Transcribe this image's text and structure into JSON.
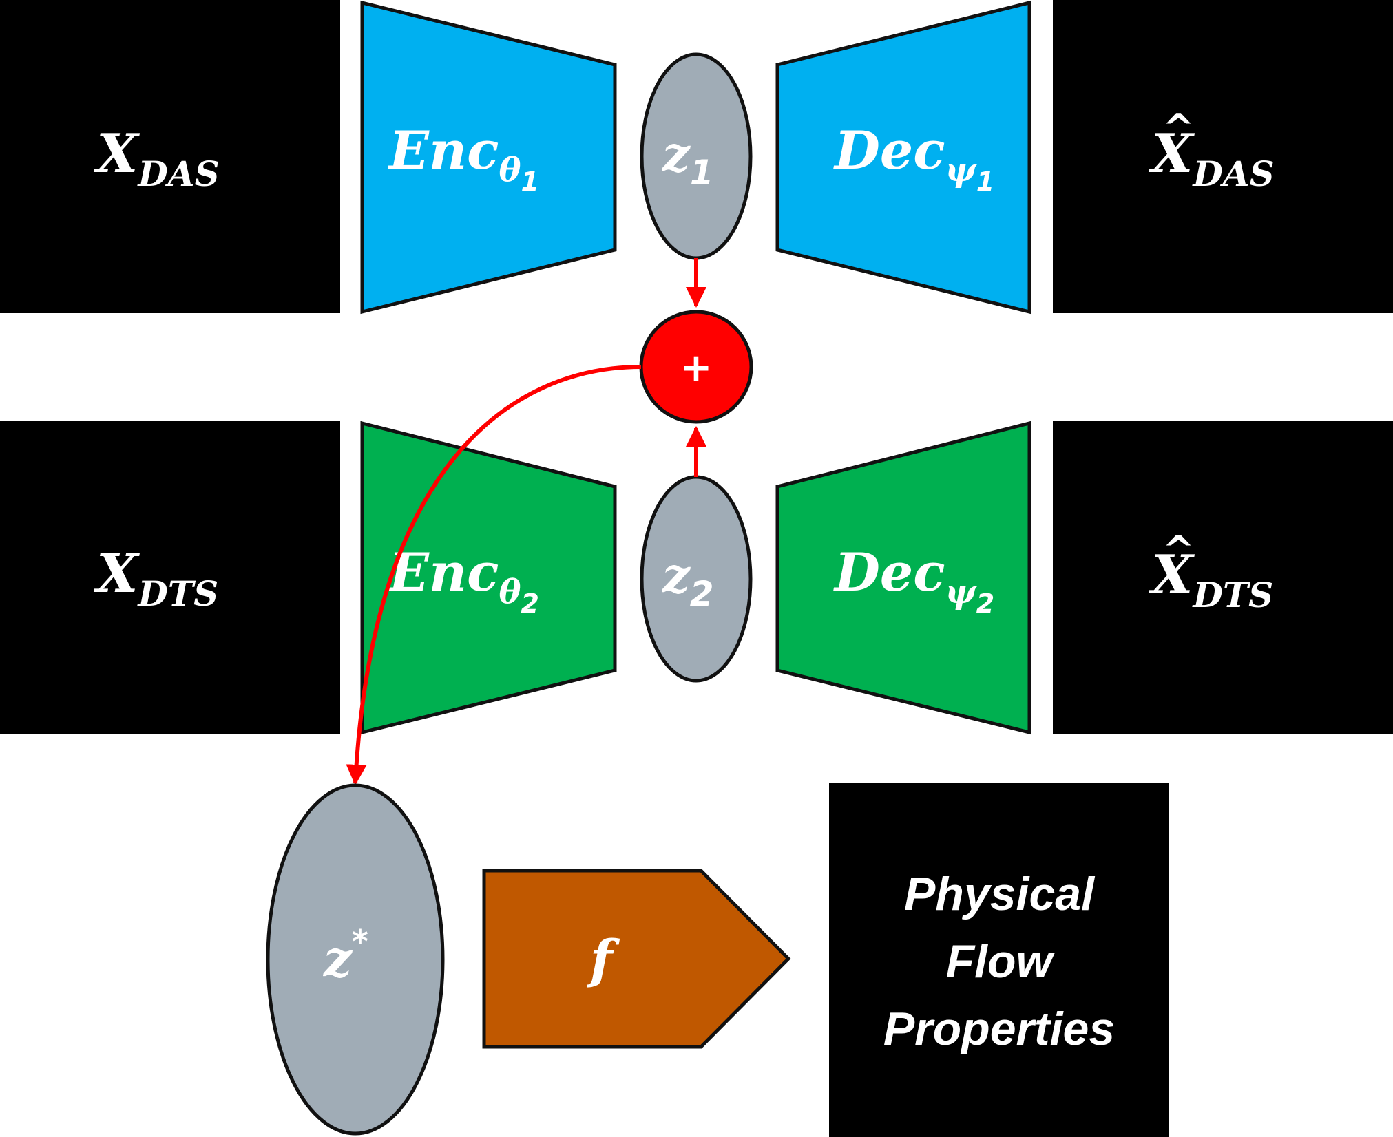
{
  "colors": {
    "black_box": "#000000",
    "encoder_blue": "#00B0F0",
    "encoder_green": "#00B050",
    "latent_gray": "#A0ACB6",
    "sum_red": "#FF0000",
    "arrow_red": "#FF0000",
    "head_orange": "#C05800",
    "outline": "#111111"
  },
  "top_row": {
    "input": {
      "base": "X",
      "sub": "DAS"
    },
    "encoder": {
      "base": "Enc",
      "sub": "θ",
      "subsub": "1"
    },
    "latent": {
      "base": "z",
      "sub": "1"
    },
    "decoder": {
      "base": "Dec",
      "sub": "ψ",
      "subsub": "1"
    },
    "output": {
      "base": "X",
      "hat": "^",
      "sub": "DAS"
    }
  },
  "bottom_row": {
    "input": {
      "base": "X",
      "sub": "DTS"
    },
    "encoder": {
      "base": "Enc",
      "sub": "θ",
      "subsub": "2"
    },
    "latent": {
      "base": "z",
      "sub": "2"
    },
    "decoder": {
      "base": "Dec",
      "sub": "ψ",
      "subsub": "2"
    },
    "output": {
      "base": "X",
      "hat": "^",
      "sub": "DTS"
    }
  },
  "fusion": {
    "symbol": "+"
  },
  "joint_latent": {
    "base": "z",
    "sup": "*"
  },
  "head": {
    "label": "f"
  },
  "result": {
    "lines": [
      "Physical",
      "Flow",
      "Properties"
    ]
  }
}
